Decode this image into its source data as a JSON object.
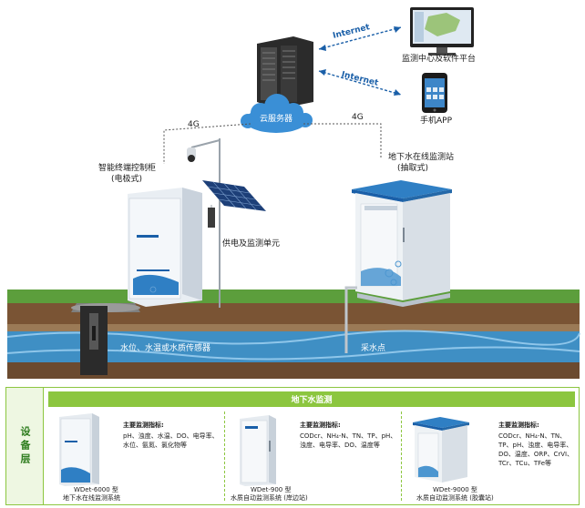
{
  "diagram": {
    "internet_top": "Internet",
    "internet_bottom": "Internet",
    "platform_label": "监测中心及软件平台",
    "app_label": "手机APP",
    "cloud_label": "云服务器",
    "link_left": "4G",
    "link_right": "4G",
    "cabinet_title_line1": "智能终端控制柜",
    "cabinet_title_line2": "(电极式)",
    "power_unit_label": "供电及监测单元",
    "station_title_line1": "地下水在线监测站",
    "station_title_line2": "(抽取式)",
    "sensor_label": "水位、水温或水质传感器",
    "sampling_label": "采水点"
  },
  "equipment_panel": {
    "layer_label": "设备层",
    "header": "地下水监测",
    "indicator_title": "主要监测指标:",
    "products": [
      {
        "indicators": "pH、浊度、水温、DO、电导率、水位、氨氮、氯化物等",
        "model_line1": "WDet-6000 型",
        "model_line2": "地下水在线监测系统"
      },
      {
        "indicators": "CODcr、NH₄-N、TN、TP、pH、浊度、电导率、DO、温度等",
        "model_line1": "WDet-900 型",
        "model_line2": "水质自动监测系统 (岸边站)"
      },
      {
        "indicators": "CODcr、NH₄-N、TN、TP、pH、浊度、电导率、DO、温度、ORP、CrVI、TCr、TCu、TFe等",
        "model_line1": "WDet-9000 型",
        "model_line2": "水质自动监测系统 (胶囊站)"
      }
    ]
  },
  "colors": {
    "accent_green": "#8cc63f",
    "link_blue": "#1a5fa8",
    "water_blue": "#3f8fc4",
    "soil_brown": "#6b4a2f",
    "grass_green": "#5c9e3c"
  }
}
